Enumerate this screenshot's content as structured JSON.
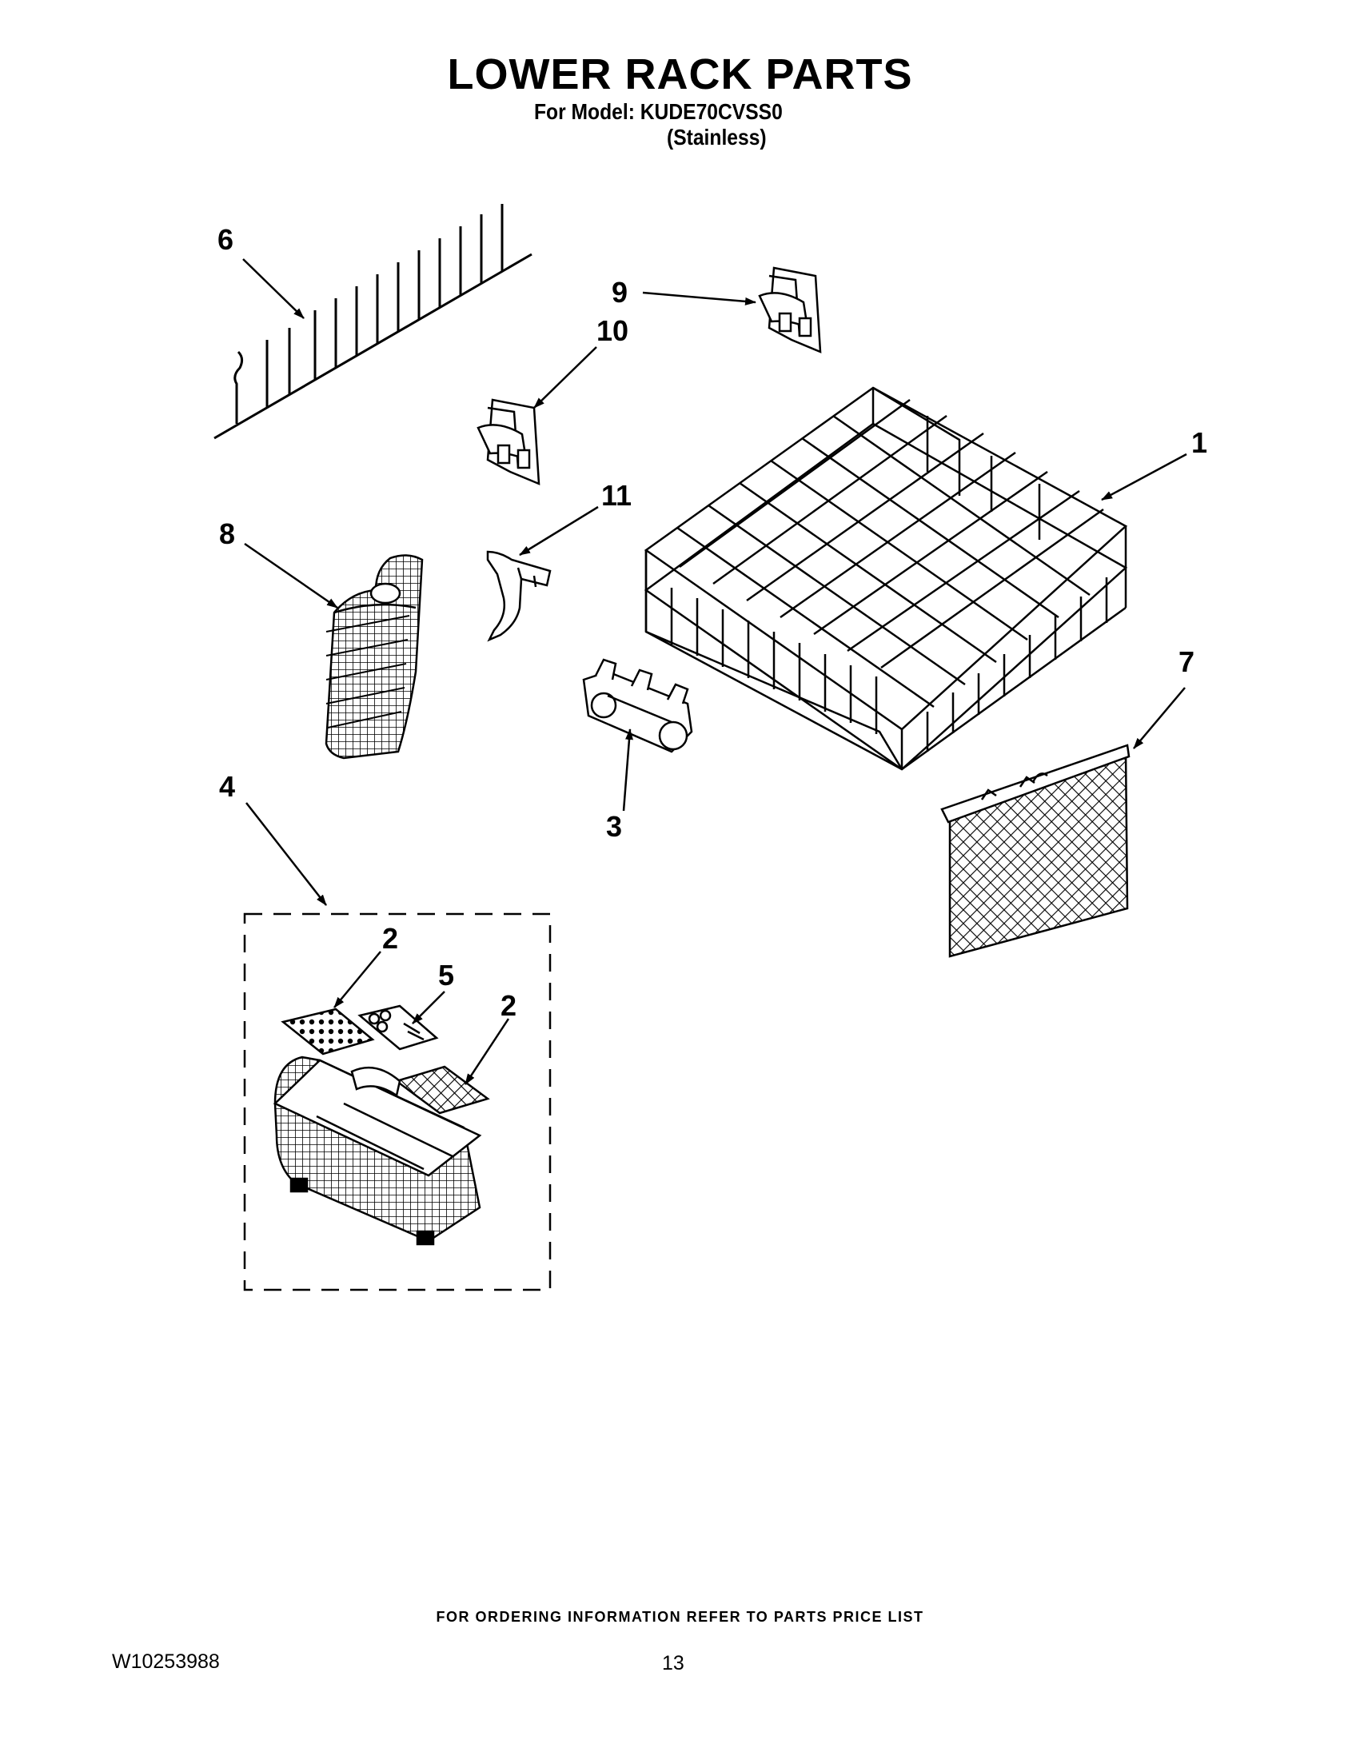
{
  "header": {
    "title": "LOWER RACK PARTS",
    "model_line": "For Model: KUDE70CVSS0",
    "finish_line": "(Stainless)"
  },
  "callouts": {
    "c1": "1",
    "c2a": "2",
    "c2b": "2",
    "c3": "3",
    "c4": "4",
    "c5": "5",
    "c6": "6",
    "c7": "7",
    "c8": "8",
    "c9": "9",
    "c10": "10",
    "c11": "11"
  },
  "footer": {
    "ordering_note": "FOR ORDERING INFORMATION REFER TO PARTS PRICE LIST",
    "document_number": "W10253988",
    "page_number": "13"
  }
}
